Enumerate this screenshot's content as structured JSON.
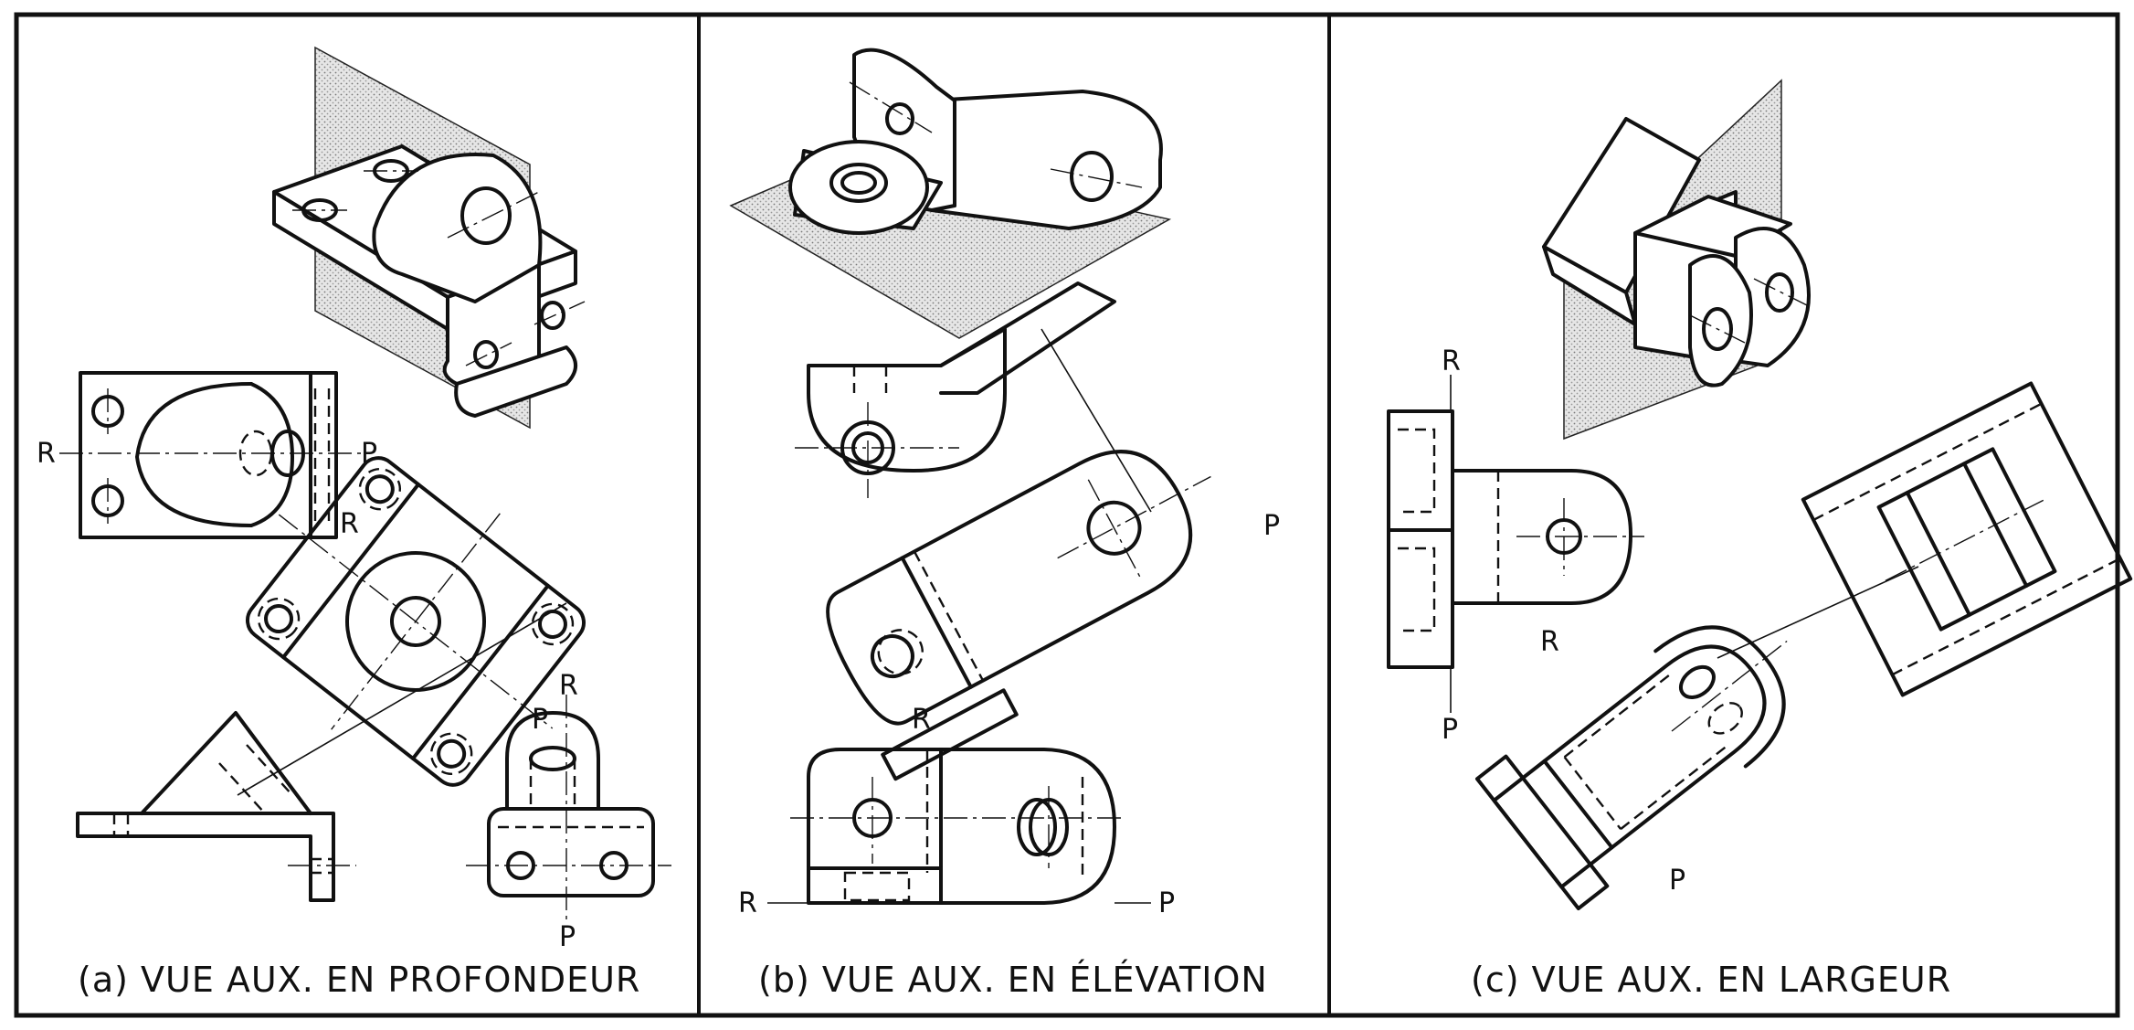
{
  "panels": [
    {
      "id": "a",
      "caption": "(a) VUE AUX. EN PROFONDEUR",
      "labels": {
        "r_main": "R",
        "p_main": "P",
        "r_aux": "R",
        "p_aux": "P",
        "r_side": "R",
        "p_side": "P"
      }
    },
    {
      "id": "b",
      "caption": "(b) VUE AUX. EN ÉLÉVATION",
      "labels": {
        "p_aux": "P",
        "r_aux": "R",
        "r_bottom": "R",
        "p_bottom": "P"
      }
    },
    {
      "id": "c",
      "caption": "(c) VUE AUX. EN LARGEUR",
      "labels": {
        "r_top": "R",
        "p_bottom": "P",
        "r_aux": "R",
        "p_aux": "P"
      }
    }
  ],
  "colors": {
    "ink": "#111111",
    "plane_fill": "#d9d9d9",
    "paper": "#ffffff"
  }
}
